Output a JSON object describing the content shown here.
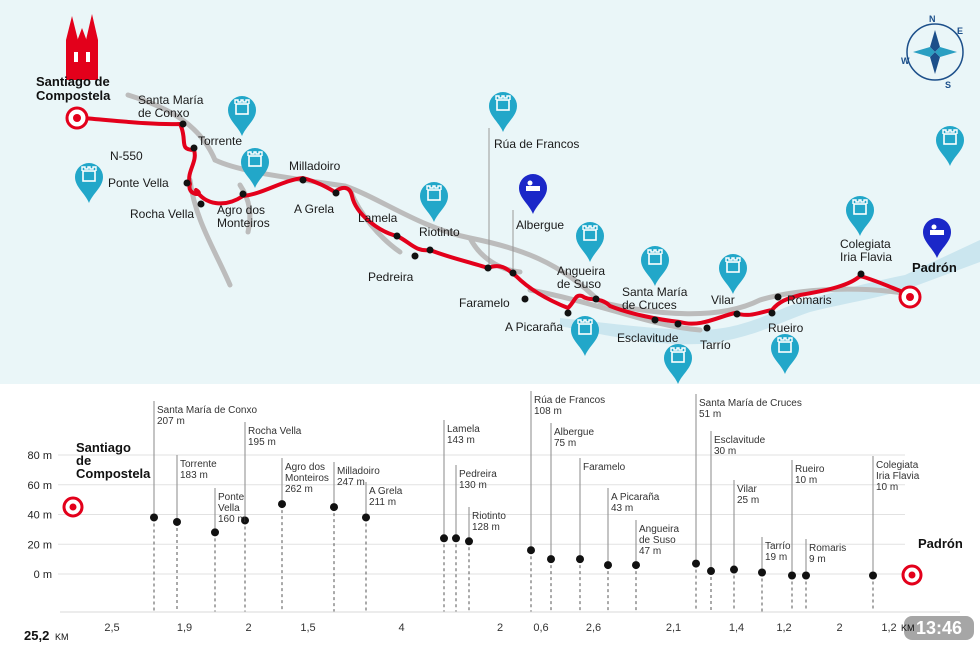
{
  "map": {
    "start_line1": "Santiago de",
    "start_line2": "Compostela",
    "end": "Padrón",
    "road": "N-550",
    "compass": [
      "N",
      "E",
      "S",
      "W"
    ],
    "colors": {
      "route": "#e3001b",
      "water": "#cbe6ef",
      "land": "#eaf6f8",
      "road": "#b9b9b9",
      "pin": "#22a7c9",
      "albergue": "#1b27c8"
    },
    "places": [
      {
        "lines": [
          "Santa María",
          "de Conxo"
        ]
      },
      {
        "lines": [
          "Torrente"
        ]
      },
      {
        "lines": [
          "Ponte Vella"
        ]
      },
      {
        "lines": [
          "Rocha Vella"
        ]
      },
      {
        "lines": [
          "Agro dos",
          "Monteiros"
        ]
      },
      {
        "lines": [
          "Milladoiro"
        ]
      },
      {
        "lines": [
          "A Grela"
        ]
      },
      {
        "lines": [
          "Lamela"
        ]
      },
      {
        "lines": [
          "Riotinto"
        ]
      },
      {
        "lines": [
          "Pedreira"
        ]
      },
      {
        "lines": [
          "Rúa de Francos"
        ]
      },
      {
        "lines": [
          "Albergue"
        ]
      },
      {
        "lines": [
          "Faramelo"
        ]
      },
      {
        "lines": [
          "Angueira",
          "de Suso"
        ]
      },
      {
        "lines": [
          "A Picaraña"
        ]
      },
      {
        "lines": [
          "Santa María",
          "de Cruces"
        ]
      },
      {
        "lines": [
          "Esclavitude"
        ]
      },
      {
        "lines": [
          "Tarrío"
        ]
      },
      {
        "lines": [
          "Vilar"
        ]
      },
      {
        "lines": [
          "Romaris"
        ]
      },
      {
        "lines": [
          "Rueiro"
        ]
      },
      {
        "lines": [
          "Colegiata",
          "Iria Flavia"
        ]
      }
    ]
  },
  "profile": {
    "start_line1": "Santiago",
    "start_line2": "de",
    "start_line3": "Compostela",
    "end": "Padrón",
    "y_ticks": [
      "80 m",
      "60 m",
      "40 m",
      "20 m",
      "0 m"
    ],
    "ylim": [
      0,
      80
    ],
    "points": [
      {
        "name": [
          "Santa María de Conxo"
        ],
        "alt_label": "207 m",
        "alt": 38
      },
      {
        "name": [
          "Torrente"
        ],
        "alt_label": "183 m",
        "alt": 35
      },
      {
        "name": [
          "Ponte",
          "Vella"
        ],
        "alt_label": "160 m",
        "alt": 28
      },
      {
        "name": [
          "Rocha Vella"
        ],
        "alt_label": "195 m",
        "alt": 36
      },
      {
        "name": [
          "Agro dos",
          "Monteiros"
        ],
        "alt_label": "262 m",
        "alt": 47
      },
      {
        "name": [
          "Milladoiro"
        ],
        "alt_label": "247 m",
        "alt": 45
      },
      {
        "name": [
          "A Grela"
        ],
        "alt_label": "211 m",
        "alt": 38
      },
      {
        "name": [
          "Lamela"
        ],
        "alt_label": "143 m",
        "alt": 24
      },
      {
        "name": [
          "Pedreira"
        ],
        "alt_label": "130 m",
        "alt": 24
      },
      {
        "name": [
          "Riotinto"
        ],
        "alt_label": "128 m",
        "alt": 22
      },
      {
        "name": [
          "Rúa de Francos"
        ],
        "alt_label": "108 m",
        "alt": 16
      },
      {
        "name": [
          "Albergue"
        ],
        "alt_label": "75 m",
        "alt": 10
      },
      {
        "name": [
          "Faramelo"
        ],
        "alt_label": "",
        "alt": 10
      },
      {
        "name": [
          "A Picaraña"
        ],
        "alt_label": "43 m",
        "alt": 6
      },
      {
        "name": [
          "Angueira",
          "de Suso"
        ],
        "alt_label": "47 m",
        "alt": 6
      },
      {
        "name": [
          "Santa María de Cruces"
        ],
        "alt_label": "51 m",
        "alt": 7
      },
      {
        "name": [
          "Esclavitude"
        ],
        "alt_label": "30 m",
        "alt": 2
      },
      {
        "name": [
          "Vilar"
        ],
        "alt_label": "25 m",
        "alt": 3
      },
      {
        "name": [
          "Tarrío"
        ],
        "alt_label": "19 m",
        "alt": 1
      },
      {
        "name": [
          "Rueiro"
        ],
        "alt_label": "10 m",
        "alt": -1
      },
      {
        "name": [
          "Romaris"
        ],
        "alt_label": "9 m",
        "alt": -1
      },
      {
        "name": [
          "Colegiata",
          "Iria Flavia"
        ],
        "alt_label": "10 m",
        "alt": -1
      }
    ],
    "segments": [
      "2,5",
      "1,9",
      "2",
      "1,5",
      "4",
      "2",
      "0,6",
      "2,6",
      "2,1",
      "1,4",
      "1,2",
      "2",
      "1,2"
    ],
    "total_value": "25,2",
    "total_unit": "KM",
    "last_unit": "KM"
  },
  "status": {
    "clock": "13:46"
  }
}
